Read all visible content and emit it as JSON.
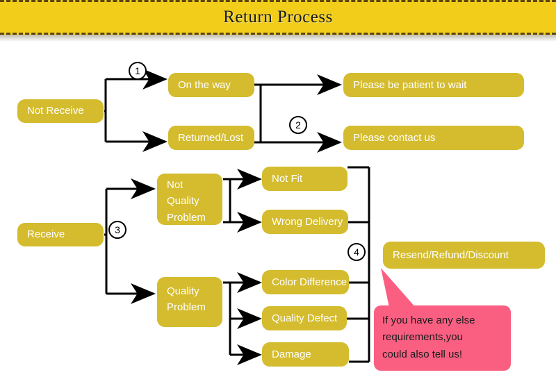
{
  "header": {
    "title": "Return Process"
  },
  "diagram": {
    "type": "flowchart",
    "nodes": [
      {
        "id": "not-receive",
        "label": "Not Receive"
      },
      {
        "id": "on-the-way",
        "label": "On the way"
      },
      {
        "id": "returned-lost",
        "label": "Returned/Lost"
      },
      {
        "id": "please-wait",
        "label": "Please be patient to wait"
      },
      {
        "id": "please-contact",
        "label": "Please contact us"
      },
      {
        "id": "receive",
        "label": "Receive"
      },
      {
        "id": "not-quality",
        "label": "Not Quality Problem"
      },
      {
        "id": "quality-problem",
        "label": "Quality Problem"
      },
      {
        "id": "not-fit",
        "label": "Not Fit"
      },
      {
        "id": "wrong-delivery",
        "label": "Wrong Delivery"
      },
      {
        "id": "color-difference",
        "label": "Color Difference"
      },
      {
        "id": "quality-defect",
        "label": "Quality Defect"
      },
      {
        "id": "damage",
        "label": "Damage"
      },
      {
        "id": "resend-refund",
        "label": "Resend/Refund/Discount"
      }
    ],
    "steps": [
      {
        "id": "step-1",
        "label": "1"
      },
      {
        "id": "step-2",
        "label": "2"
      },
      {
        "id": "step-3",
        "label": "3"
      },
      {
        "id": "step-4",
        "label": "4"
      }
    ],
    "callout": {
      "line1": "If you have any else",
      "line2": "requirements,you",
      "line3": "could also tell us!"
    }
  },
  "colors": {
    "banner": "#f2ce1b",
    "node": "#d4bc2e",
    "callout": "#fa5f82",
    "edge": "#000000",
    "node_text": "#ffffff"
  }
}
